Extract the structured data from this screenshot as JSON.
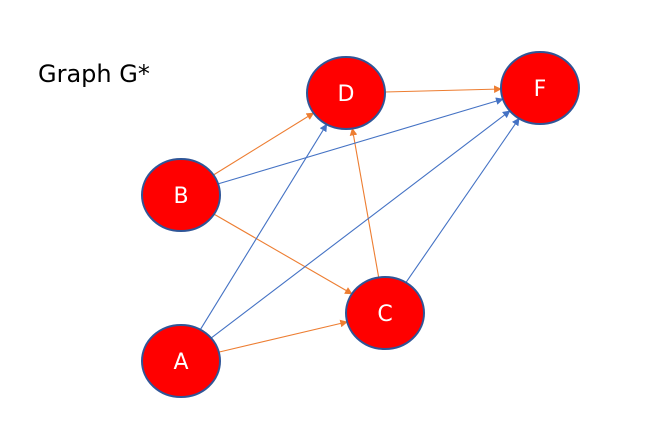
{
  "title": "Graph G*",
  "colors": {
    "node_fill": "#ff0000",
    "node_stroke": "#2f5597",
    "label": "#ffffff",
    "edge_orange": "#ed7d31",
    "edge_blue": "#4472c4"
  },
  "nodes": [
    {
      "id": "A",
      "label": "A"
    },
    {
      "id": "B",
      "label": "B"
    },
    {
      "id": "C",
      "label": "C"
    },
    {
      "id": "D",
      "label": "D"
    },
    {
      "id": "F",
      "label": "F"
    }
  ],
  "edges": [
    {
      "from": "B",
      "to": "D",
      "color": "orange"
    },
    {
      "from": "B",
      "to": "C",
      "color": "orange"
    },
    {
      "from": "A",
      "to": "C",
      "color": "orange"
    },
    {
      "from": "C",
      "to": "D",
      "color": "orange"
    },
    {
      "from": "D",
      "to": "F",
      "color": "orange"
    },
    {
      "from": "B",
      "to": "F",
      "color": "blue"
    },
    {
      "from": "A",
      "to": "D",
      "color": "blue"
    },
    {
      "from": "A",
      "to": "F",
      "color": "blue"
    },
    {
      "from": "C",
      "to": "F",
      "color": "blue"
    }
  ]
}
